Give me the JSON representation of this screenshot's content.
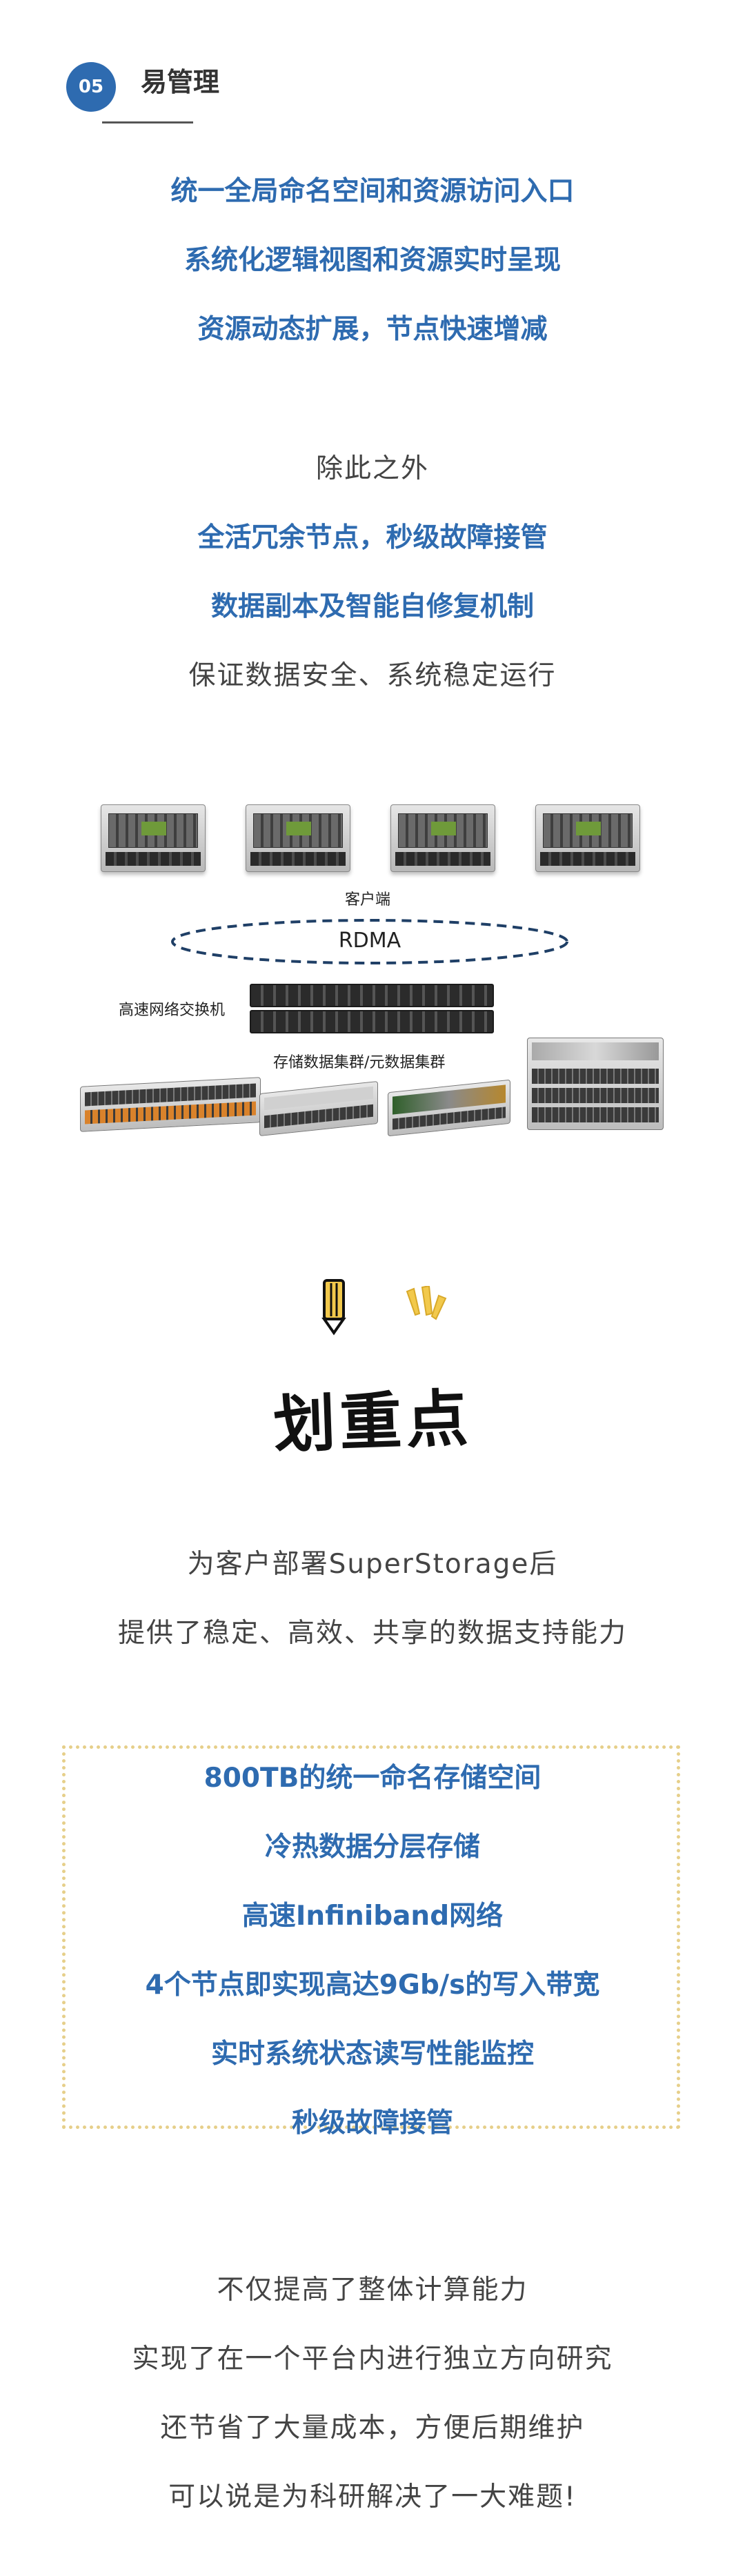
{
  "section": {
    "number": "05",
    "title": "易管理"
  },
  "intro_lines": [
    "统一全局命名空间和资源访问入口",
    "系统化逻辑视图和资源实时呈现",
    "资源动态扩展，节点快速增减"
  ],
  "besides": "除此之外",
  "besides_lines": [
    "全活冗余节点，秒级故障接管",
    "数据副本及智能自修复机制"
  ],
  "safety_line": "保证数据安全、系统稳定运行",
  "diagram": {
    "client_label": "客户端",
    "rdma_label": "RDMA",
    "switch_label": "高速网络交换机",
    "storage_label": "存储数据集群/元数据集群"
  },
  "highlight_heading": "划重点",
  "summary_lines": [
    "为客户部署SuperStorage后",
    "提供了稳定、高效、共享的数据支持能力"
  ],
  "features": [
    "800TB的统一命名存储空间",
    "冷热数据分层存储",
    "高速Infiniband网络",
    "4个节点即实现高达9Gb/s的写入带宽",
    "实时系统状态读写性能监控",
    "秒级故障接管"
  ],
  "closing_lines": [
    "不仅提高了整体计算能力",
    "实现了在一个平台内进行独立方向研究",
    "还节省了大量成本，方便后期维护",
    "可以说是为科研解决了一大难题!"
  ],
  "colors": {
    "accent": "#2e6bb0",
    "text": "#444444",
    "dotted_border": "#e6cf8a"
  }
}
